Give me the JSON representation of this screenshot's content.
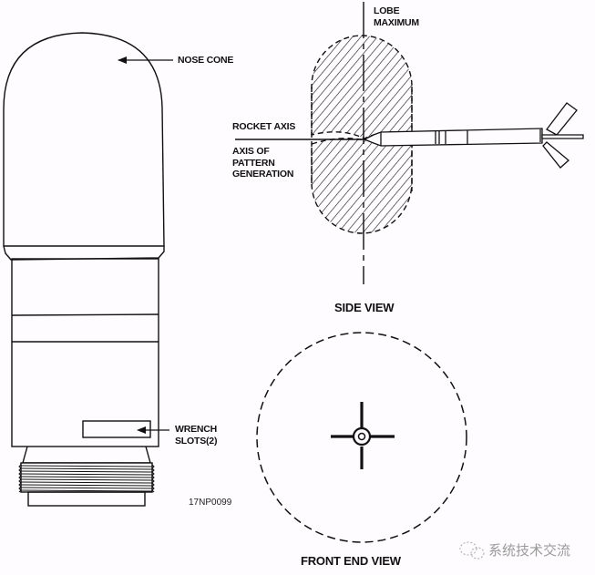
{
  "diagram": {
    "left_part": {
      "labels": {
        "nose_cone": "NOSE CONE",
        "wrench_slots": "WRENCH\nSLOTS(2)",
        "drawing_code": "17NP0099"
      }
    },
    "side_view": {
      "title": "SIDE VIEW",
      "labels": {
        "lobe_maximum": "LOBE\nMAXIMUM",
        "rocket_axis": "ROCKET AXIS",
        "axis_of_pattern": "AXIS OF\nPATTERN\nGENERATION"
      }
    },
    "front_end_view": {
      "title": "FRONT END VIEW"
    },
    "watermark": {
      "text": "系统技术交流"
    },
    "colors": {
      "line": "#111111",
      "background": "#fefcfe",
      "watermark": "#9a9a9a"
    }
  }
}
